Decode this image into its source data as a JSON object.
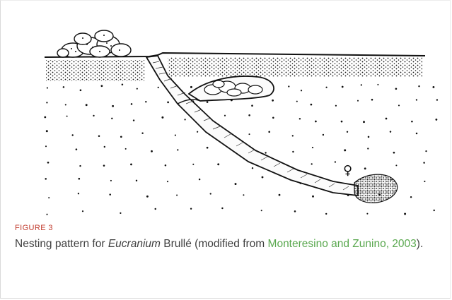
{
  "figure": {
    "label": "FIGURE 3",
    "caption_prefix": "Nesting pattern for ",
    "genus": "Eucranium",
    "caption_mid": " Brullé (modified from ",
    "citation_link": "Monteresino and Zunino, 2003",
    "caption_suffix": ").",
    "female_symbol": "♀"
  },
  "colors": {
    "label": "#c0392b",
    "text": "#404040",
    "link": "#5aa84f"
  }
}
